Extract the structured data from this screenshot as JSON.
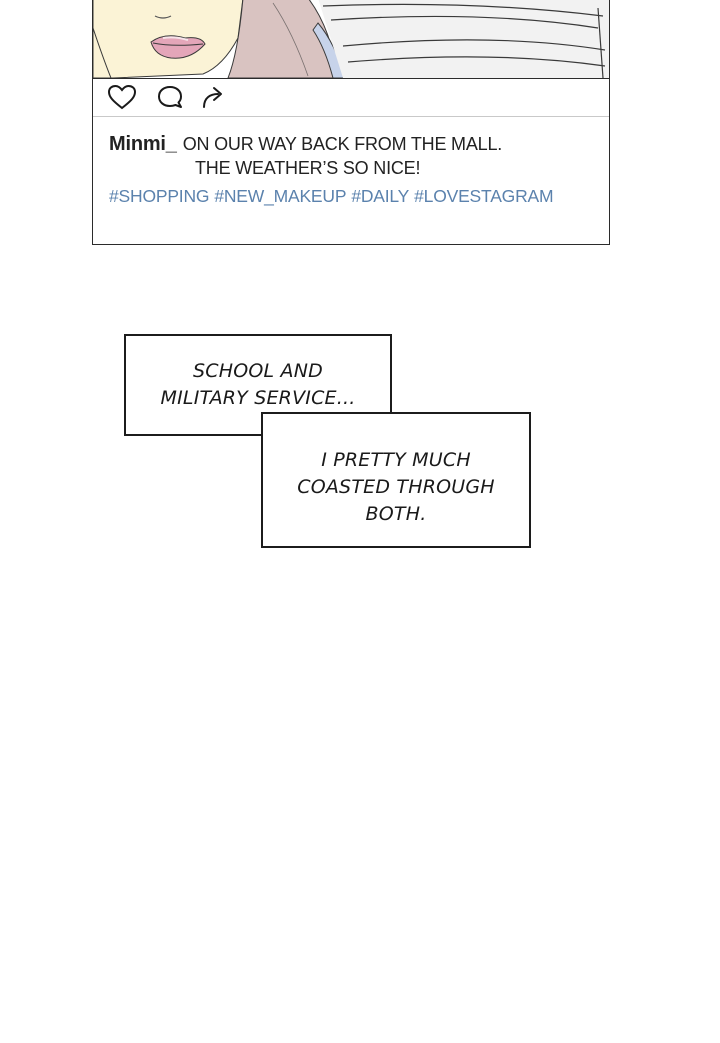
{
  "post": {
    "actions": [
      {
        "id": "like",
        "icon": "heart-icon"
      },
      {
        "id": "comment",
        "icon": "speech-bubble-icon"
      },
      {
        "id": "share",
        "icon": "share-arrow-icon"
      }
    ],
    "username": "Minmi_",
    "caption_line_1": "ON OUR WAY BACK FROM THE MALL.",
    "caption_line_2": "THE WEATHER’S SO NICE!",
    "hashtags": [
      "#SHOPPING",
      "#NEW_MAKEUP",
      "#DAILY",
      "#LOVESTAGRAM"
    ],
    "colors": {
      "hashtag": "#5b82ad",
      "border": "#2b2b2b",
      "skin": "#fbf3d6",
      "lips": "#e4a6b9",
      "hair": "#d9c3c1"
    }
  },
  "narration": {
    "box_1": {
      "line_1": "SCHOOL AND",
      "line_2": "MILITARY SERVICE..."
    },
    "box_2": {
      "line_1": "I PRETTY MUCH",
      "line_2": "COASTED THROUGH",
      "line_3": "BOTH."
    }
  }
}
